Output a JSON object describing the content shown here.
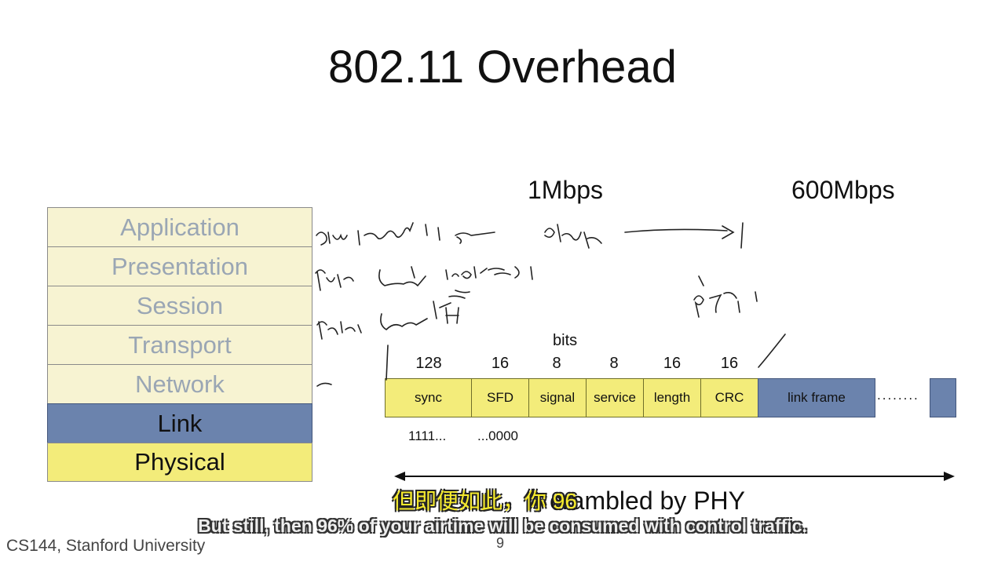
{
  "slide": {
    "title": "802.11 Overhead",
    "rate_low": "1Mbps",
    "rate_high": "600Mbps",
    "bits_label": "bits",
    "footer": "CS144, Stanford University",
    "page_number": "9",
    "scrambled_text": "crambled by PHY"
  },
  "osi_layers": [
    {
      "label": "Application"
    },
    {
      "label": "Presentation"
    },
    {
      "label": "Session"
    },
    {
      "label": "Transport"
    },
    {
      "label": "Network"
    },
    {
      "label": "Link"
    },
    {
      "label": "Physical"
    }
  ],
  "frame": {
    "fields": [
      {
        "label": "sync",
        "bits": "128"
      },
      {
        "label": "SFD",
        "bits": "16"
      },
      {
        "label": "signal",
        "bits": "8"
      },
      {
        "label": "service",
        "bits": "8"
      },
      {
        "label": "length",
        "bits": "16"
      },
      {
        "label": "CRC",
        "bits": "16"
      },
      {
        "label": "link frame",
        "bits": ""
      }
    ],
    "sync_pattern": "1111...",
    "sfd_pattern": "...0000",
    "dots": "........"
  },
  "subtitles": {
    "zh": "但即便如此，你 96",
    "en": "But still, then 96% of your airtime will be consumed with control traffic."
  },
  "colors": {
    "pale_yellow": "#f7f3d2",
    "yellow": "#f3ec7a",
    "blue": "#6b83ad"
  }
}
